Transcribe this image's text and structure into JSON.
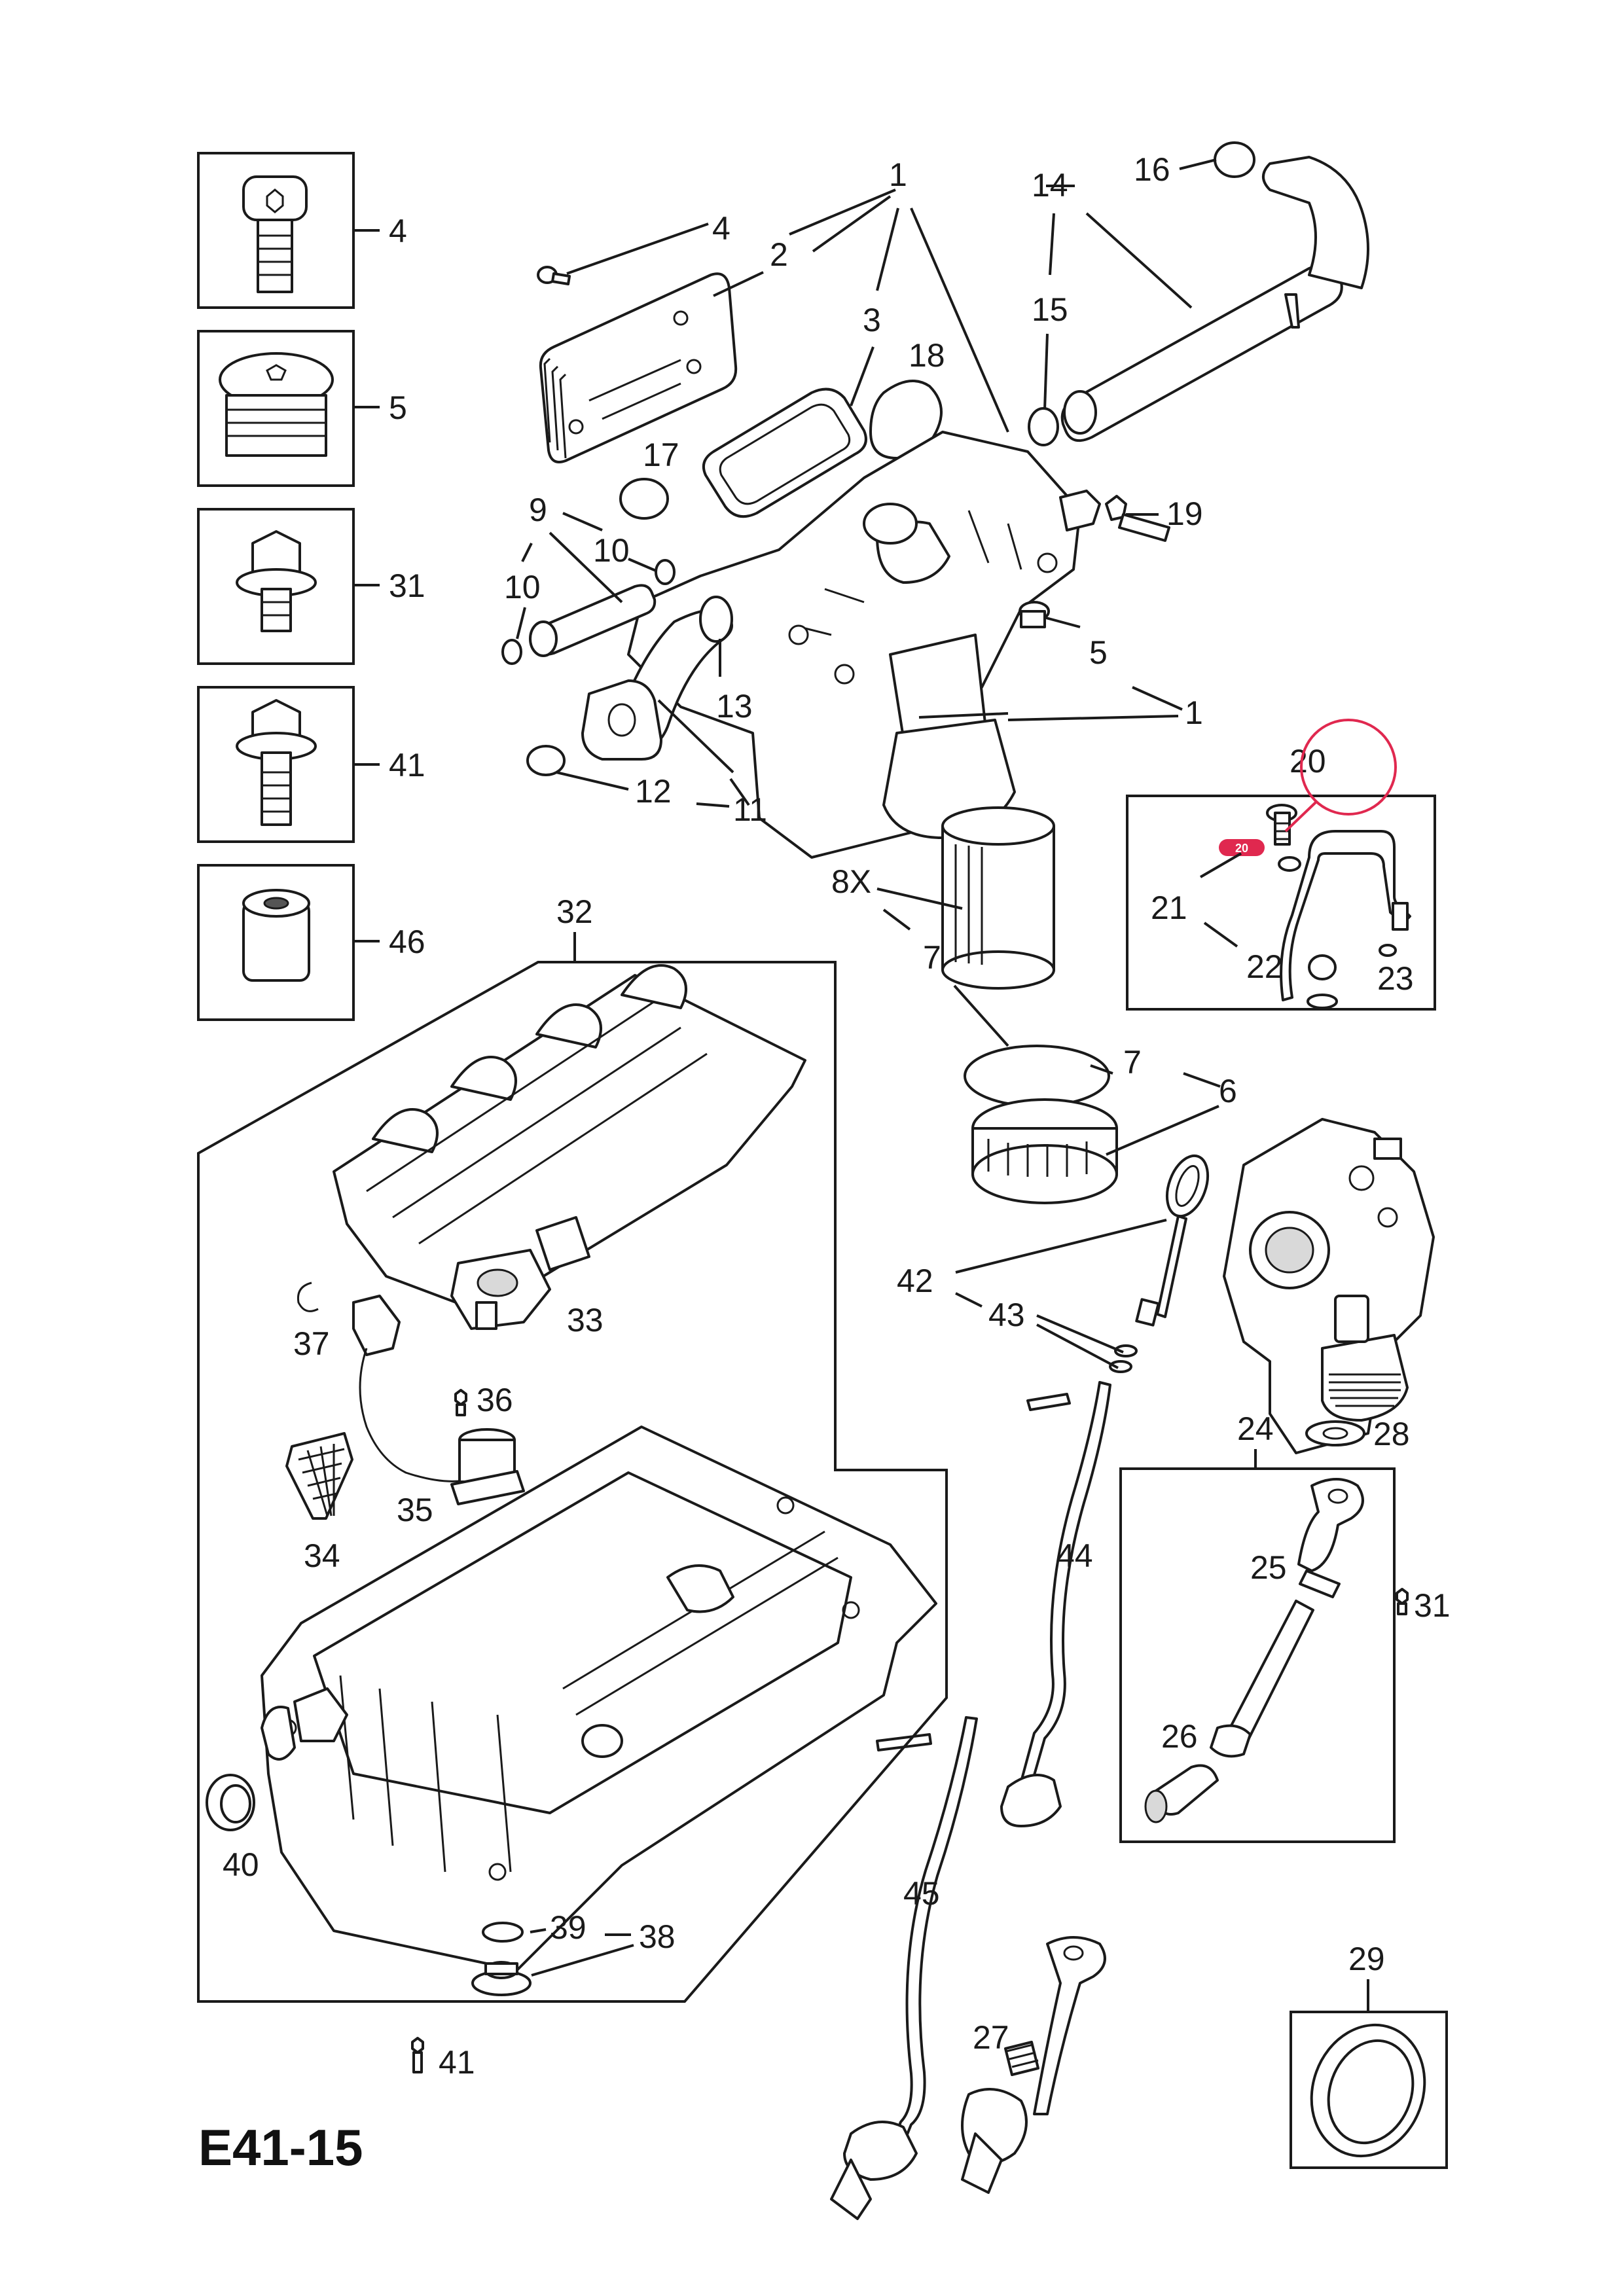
{
  "diagram": {
    "code": "E41-15",
    "accent_color": "#e0284f"
  },
  "labels": {
    "l1a": "1",
    "l1b": "1",
    "l2": "2",
    "l3": "3",
    "l4a": "4",
    "l4b": "4",
    "l5a": "5",
    "l5b": "5",
    "l6": "6",
    "l7a": "7",
    "l7b": "7",
    "l8x": "8X",
    "l9": "9",
    "l10a": "10",
    "l10b": "10",
    "l11": "11",
    "l12": "12",
    "l13": "13",
    "l14": "14",
    "l15": "15",
    "l16": "16",
    "l17": "17",
    "l18": "18",
    "l19": "19",
    "l20": "20",
    "l21": "21",
    "l22": "22",
    "l23": "23",
    "l24": "24",
    "l25": "25",
    "l26": "26",
    "l27": "27",
    "l28": "28",
    "l29": "29",
    "l31a": "31",
    "l31b": "31",
    "l32": "32",
    "l33": "33",
    "l34": "34",
    "l35": "35",
    "l36": "36",
    "l37": "37",
    "l38": "38",
    "l39": "39",
    "l40": "40",
    "l41a": "41",
    "l41b": "41",
    "l42": "42",
    "l43": "43",
    "l44": "44",
    "l45": "45",
    "l46": "46"
  },
  "badge": {
    "text": "20"
  }
}
